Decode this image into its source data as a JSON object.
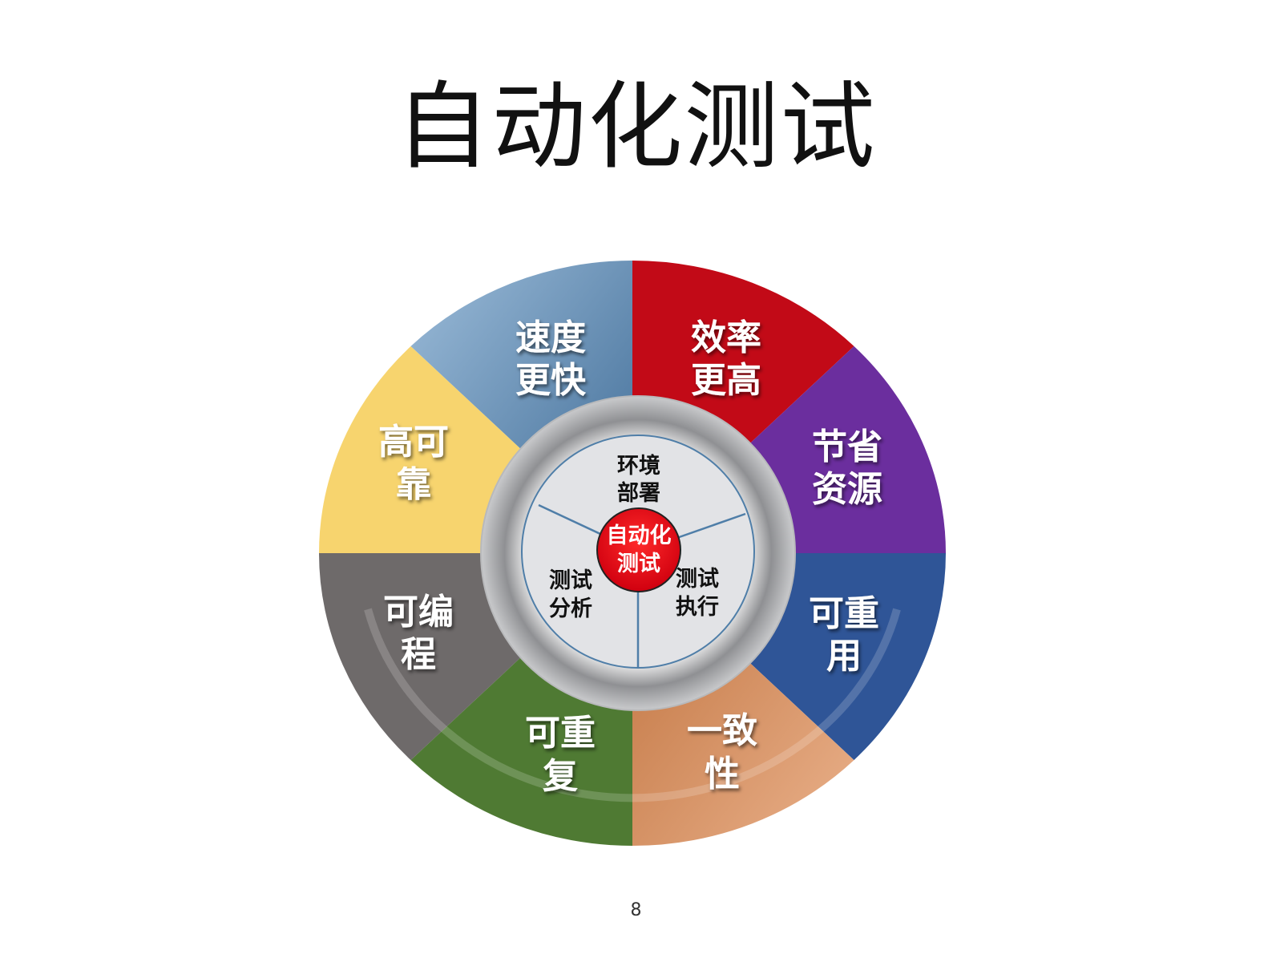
{
  "slide": {
    "title": "自动化测试",
    "page_number": "8"
  },
  "diagram": {
    "center_label": [
      "自动化",
      "测试"
    ],
    "inner_ring": [
      {
        "line1": "环境",
        "line2": "部署"
      },
      {
        "line1": "测试",
        "line2": "执行"
      },
      {
        "line1": "测试",
        "line2": "分析"
      }
    ],
    "outer_segments": [
      {
        "line1": "效率",
        "line2": "更高",
        "color": "#C0101A"
      },
      {
        "line1": "节省",
        "line2": "资源",
        "color": "#6B2E9E"
      },
      {
        "line1": "可重",
        "line2": "用",
        "color": "#2F5597"
      },
      {
        "line1": "一致",
        "line2": "性",
        "color": "#D98E5C"
      },
      {
        "line1": "可重",
        "line2": "复",
        "color": "#4F7A33"
      },
      {
        "line1": "可编",
        "line2": "程",
        "color": "#6E6A6A"
      },
      {
        "line1": "高可",
        "line2": "靠",
        "color": "#F7D26C"
      },
      {
        "line1": "速度",
        "line2": "更快",
        "color": "#6F95BB"
      }
    ],
    "hub_color": "#E8101C",
    "inner_fill": "#E2E3E6",
    "ring_color": "#9A9B9E"
  }
}
